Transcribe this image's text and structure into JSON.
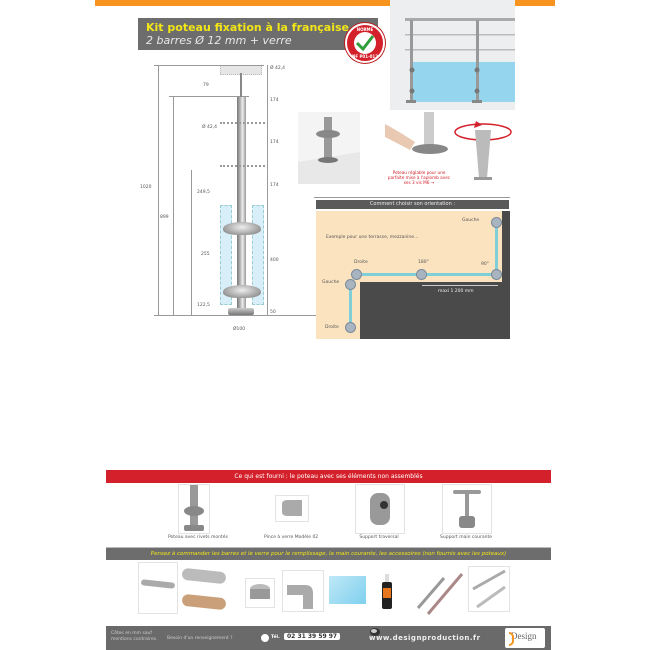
{
  "header": {
    "title_line1": "Kit poteau fixation à la française",
    "title_line2": "2 barres Ø 12 mm + verre",
    "badge": {
      "top": "NORME",
      "middle": "CONFORME",
      "bottom": "NF P01-012"
    },
    "colors": {
      "orange": "#f7941d",
      "title_bg": "#6d6d6d",
      "title_yellow": "#f2e617",
      "red": "#d4202a"
    }
  },
  "drawing": {
    "dims_left": [
      "1020",
      "899",
      "79",
      "Ø 42,4",
      "249,5",
      "255",
      "122,5"
    ],
    "dims_right": [
      "Ø 42,4",
      "174",
      "174",
      "174",
      "400",
      "50"
    ],
    "base_dim": "Ø100"
  },
  "detail": {
    "caption": "Poteau réglable pour une parfaite mise à l'aplomb avec ses 3 vis M6 →"
  },
  "orientation": {
    "title": "Comment choisir son orientation :",
    "example": "Exemple pour une terrasse, mezzanine...",
    "labels": {
      "gauche_top": "Gauche",
      "droite_top": "Droite",
      "angle_180": "180°",
      "angle_90": "90°",
      "gauche_left": "Gauche",
      "droite_bottom": "Droite",
      "max_span": "maxi 1 200 mm"
    }
  },
  "supplied": {
    "title": "Ce qui est fourni : le poteau avec ses éléments non assemblés",
    "items": [
      {
        "label": "Poteau avec rivets montés"
      },
      {
        "label": "Pince à verre Modèle 02"
      },
      {
        "label": "Support traversal"
      },
      {
        "label": "Support main courante"
      }
    ]
  },
  "order": {
    "title": "Pensez à commander les barres et le verre pour le remplissage, la main courante, les accessoires (non fournis avec les poteaux)",
    "items": [
      "bar",
      "handrail-steel-wood",
      "end-cap",
      "elbow",
      "glass-panel",
      "glue-bottle",
      "drill-bits",
      "anchor-bolts"
    ]
  },
  "footer": {
    "note_line1": "Côtes en mm sauf",
    "note_line2": "mentions contraires.",
    "help": "Besoin d'un renseignement ?",
    "tel_label": "Tél.",
    "tel": "02 31 39 59 97",
    "website": "www.designproduction.fr",
    "logo": "Design"
  }
}
